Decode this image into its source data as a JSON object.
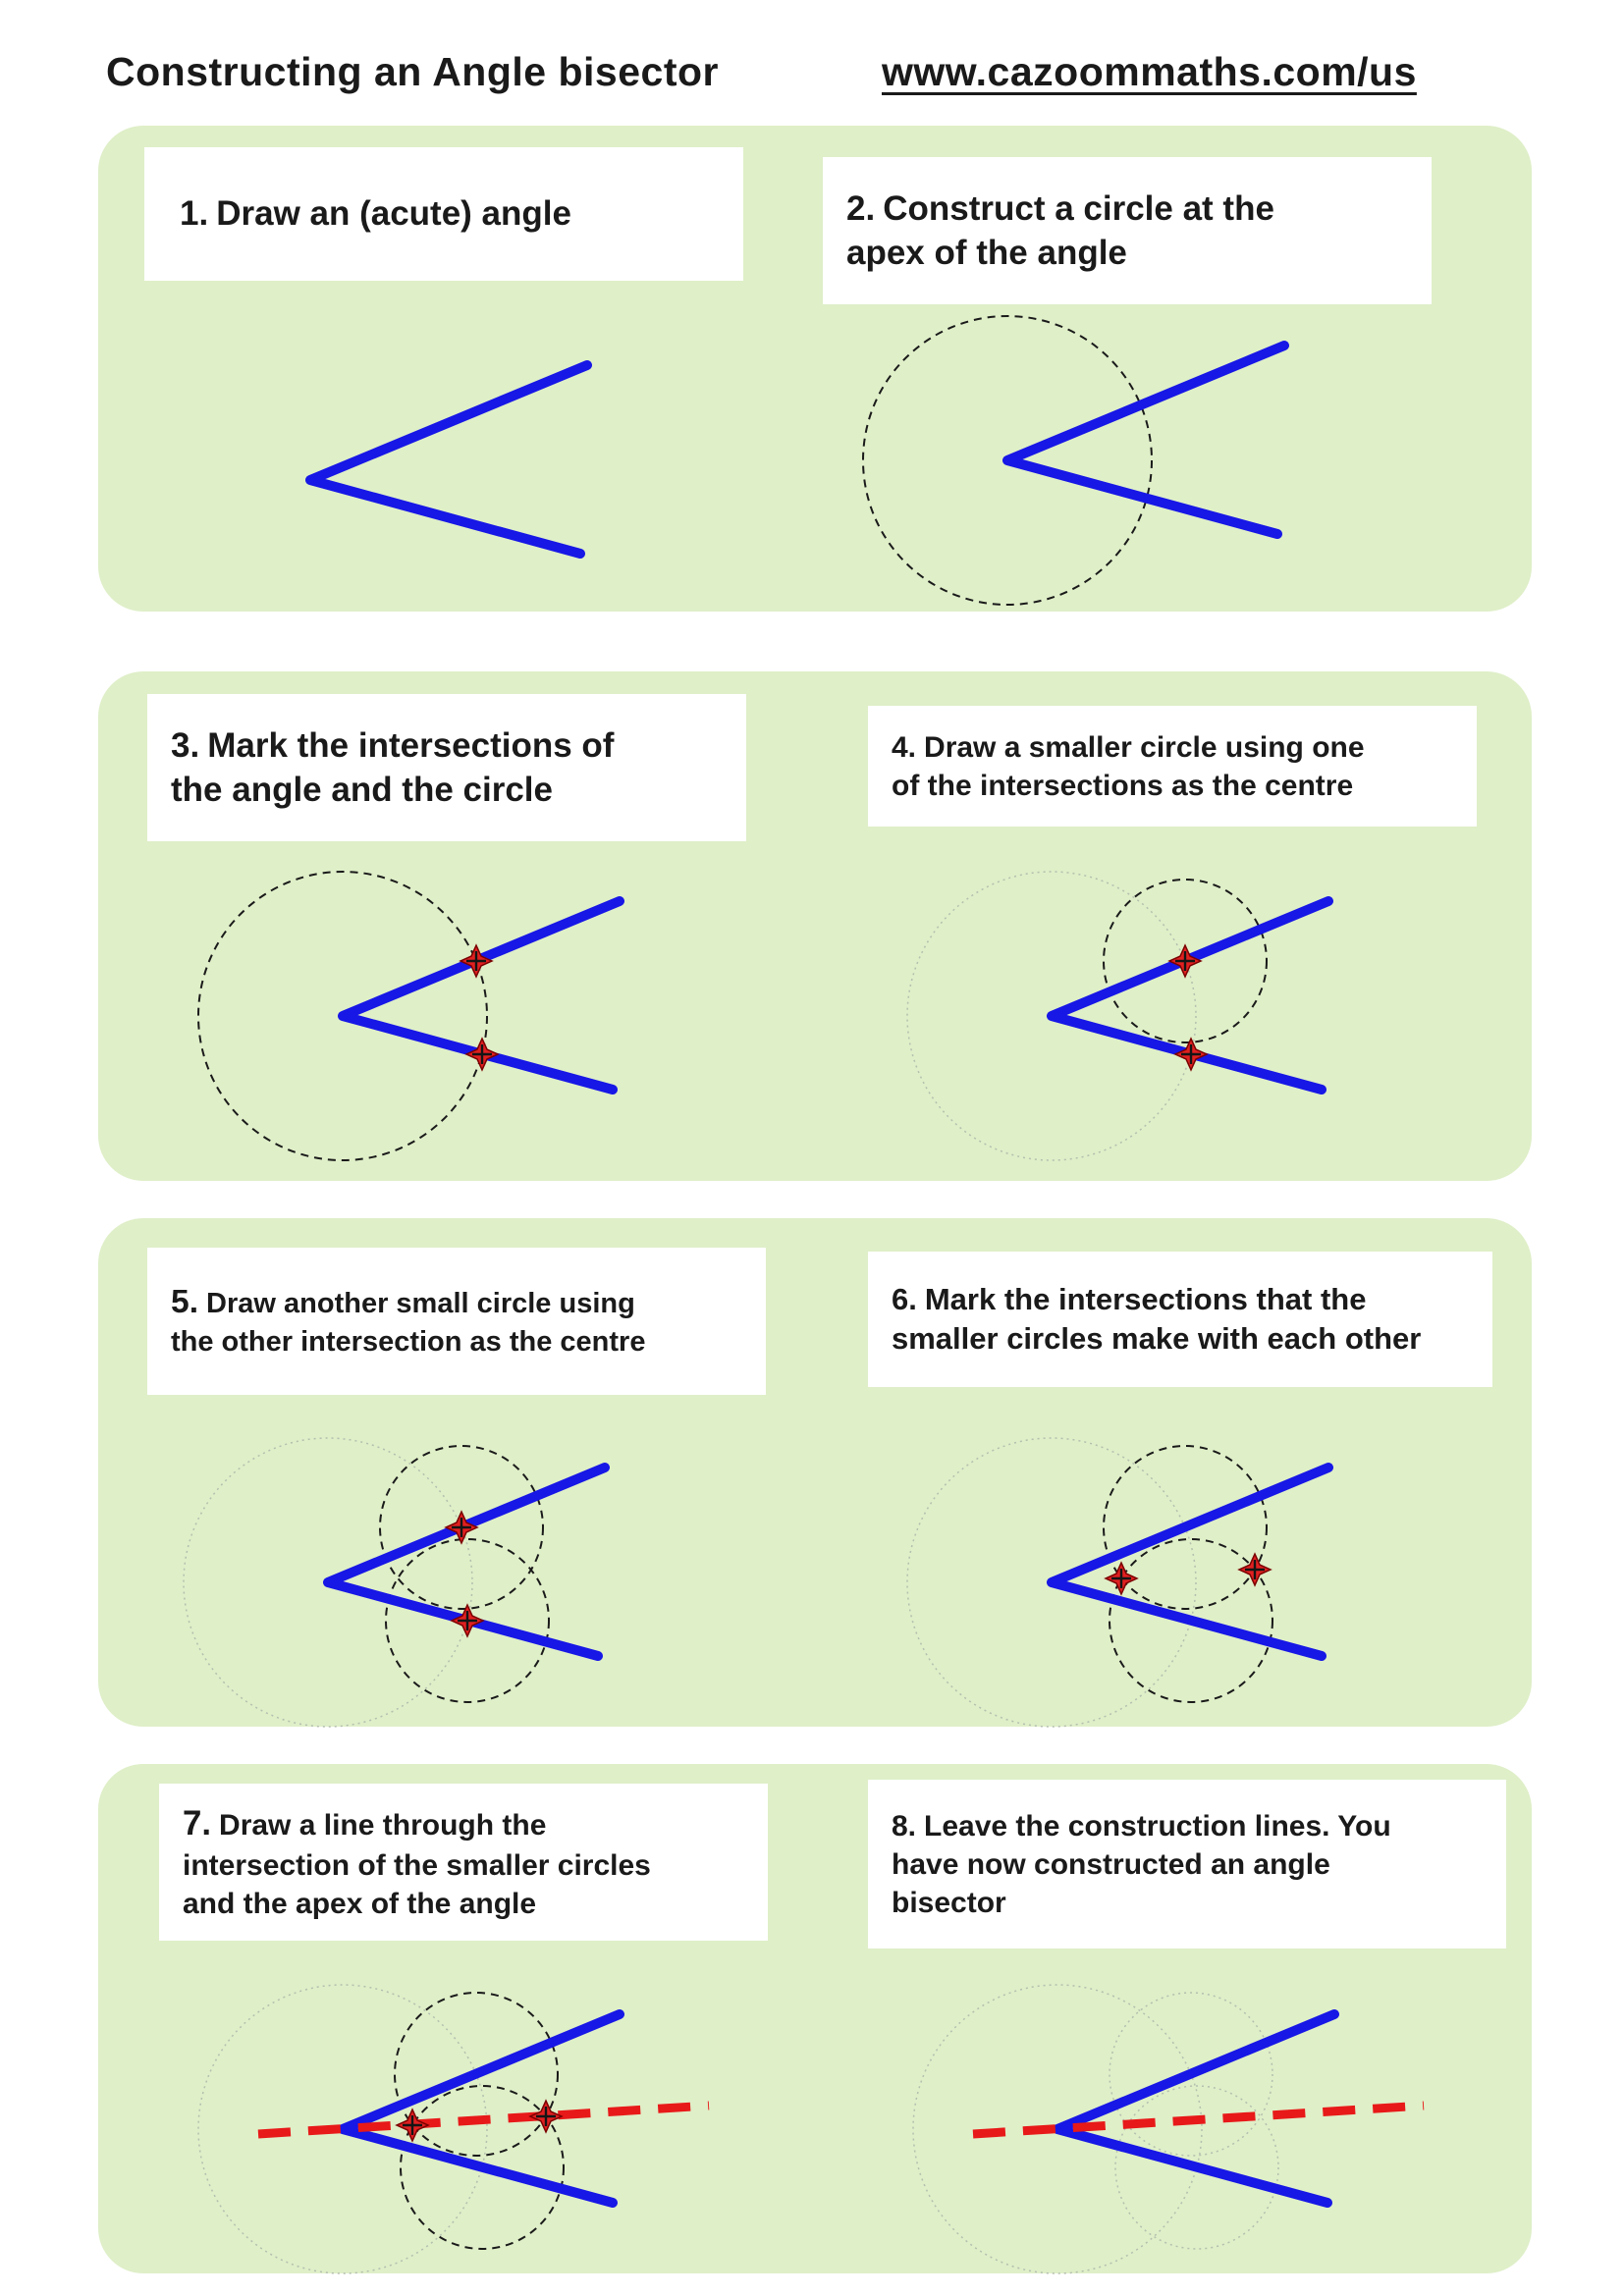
{
  "header": {
    "title": "Constructing an Angle bisector",
    "url": "www.cazoommaths.com/us"
  },
  "steps": [
    {
      "num": "1.",
      "lines": [
        "Draw an (acute) angle"
      ]
    },
    {
      "num": "2.",
      "lines": [
        "Construct a circle at the",
        "apex of the angle"
      ]
    },
    {
      "num": "3.",
      "lines": [
        "Mark the intersections of",
        "the angle and the circle"
      ]
    },
    {
      "num": "4.",
      "lines": [
        "Draw a smaller circle using one",
        "of the intersections as the centre"
      ]
    },
    {
      "num": "5.",
      "lines": [
        "Draw another small circle using",
        "the other intersection as the centre"
      ]
    },
    {
      "num": "6.",
      "lines": [
        "Mark the intersections that the",
        "smaller circles make with each other"
      ]
    },
    {
      "num": "7.",
      "lines": [
        "Draw a line through the",
        "intersection of the smaller circles",
        "and the apex of the angle"
      ]
    },
    {
      "num": "8.",
      "lines": [
        "Leave the construction lines. You",
        "have now constructed an angle",
        "bisector"
      ]
    }
  ],
  "colors": {
    "background": "#ffffff",
    "text": "#1a1a1a",
    "panel_green": "#dfefc8",
    "angle_blue": "#1717e6",
    "construction_black": "#1a1a1a",
    "faint_gray": "#b4bfae",
    "marker_red": "#e02020",
    "bisector_red": "#e81919"
  }
}
